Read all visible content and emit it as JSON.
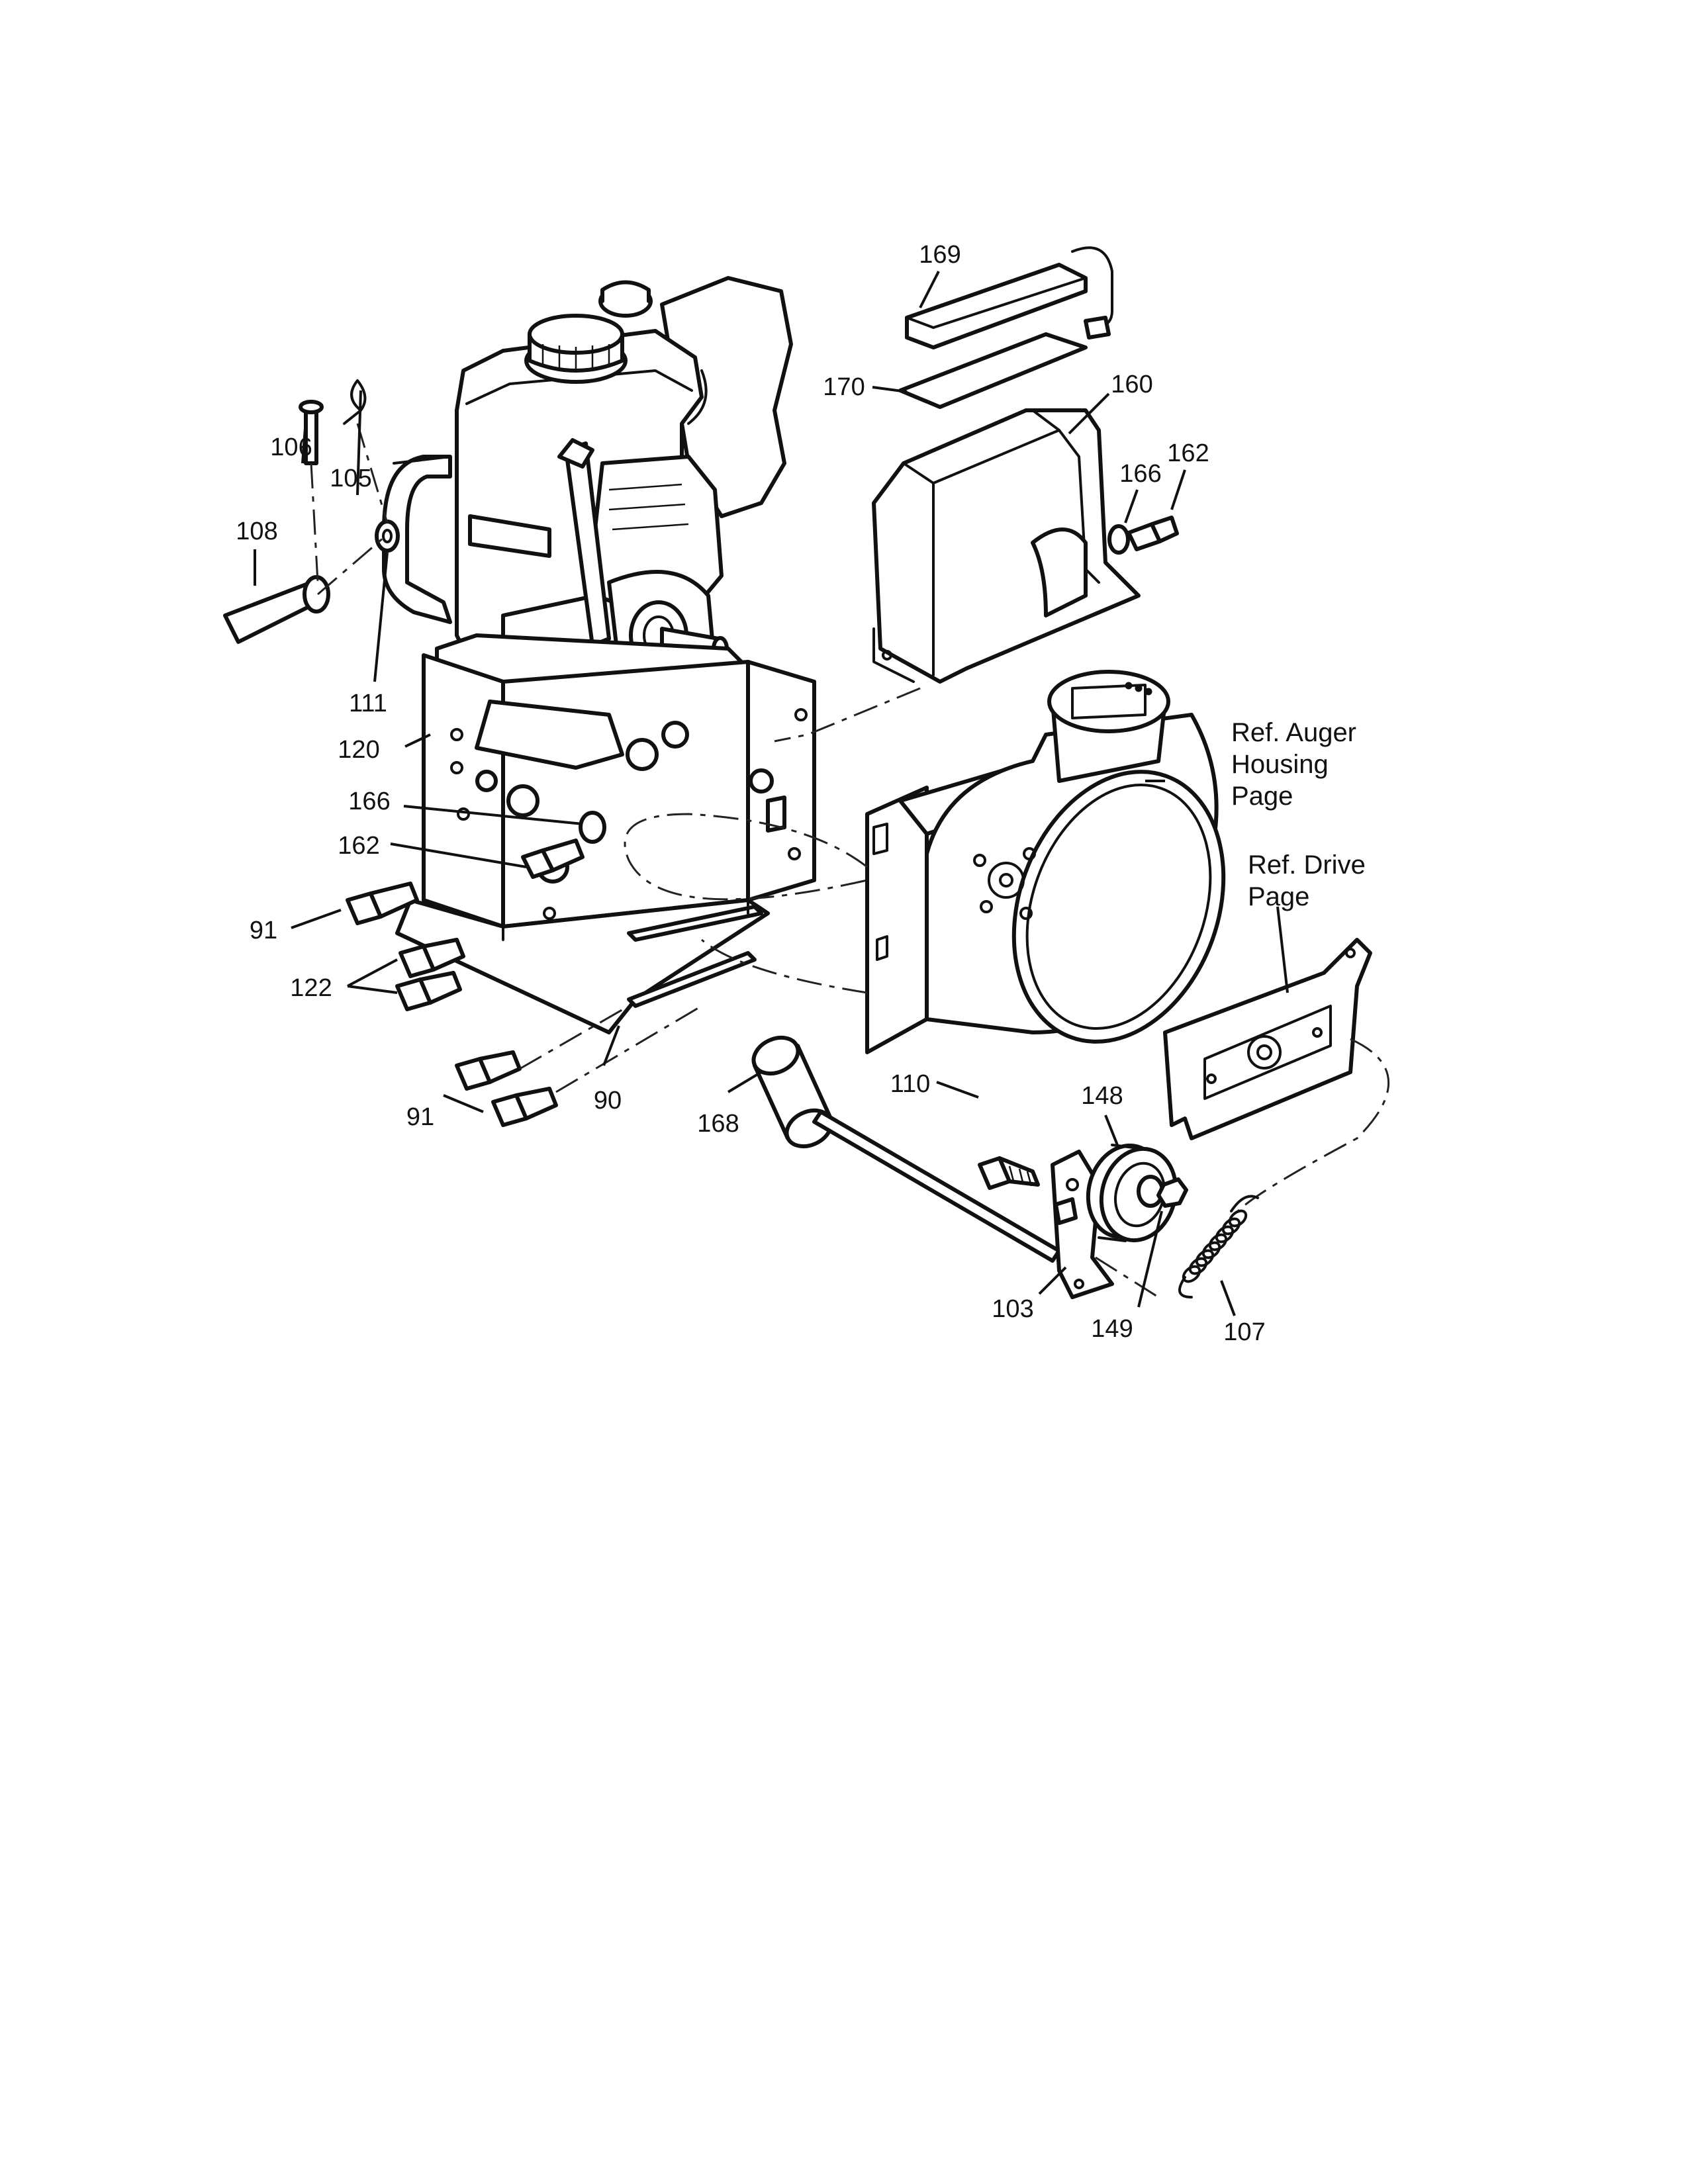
{
  "diagram": {
    "callouts": [
      {
        "id": "c169",
        "label": "169"
      },
      {
        "id": "c170",
        "label": "170"
      },
      {
        "id": "c160",
        "label": "160"
      },
      {
        "id": "c166a",
        "label": "166"
      },
      {
        "id": "c162a",
        "label": "162"
      },
      {
        "id": "c106",
        "label": "106"
      },
      {
        "id": "c105",
        "label": "105"
      },
      {
        "id": "c108",
        "label": "108"
      },
      {
        "id": "c111",
        "label": "111"
      },
      {
        "id": "c120",
        "label": "120"
      },
      {
        "id": "c166b",
        "label": "166"
      },
      {
        "id": "c162b",
        "label": "162"
      },
      {
        "id": "c91a",
        "label": "91"
      },
      {
        "id": "c122",
        "label": "122"
      },
      {
        "id": "c91b",
        "label": "91"
      },
      {
        "id": "c90",
        "label": "90"
      },
      {
        "id": "c168",
        "label": "168"
      },
      {
        "id": "c110",
        "label": "110"
      },
      {
        "id": "c148",
        "label": "148"
      },
      {
        "id": "c103",
        "label": "103"
      },
      {
        "id": "c149",
        "label": "149"
      },
      {
        "id": "c107",
        "label": "107"
      }
    ],
    "references": [
      {
        "id": "ref-auger",
        "lines": [
          "Ref. Auger",
          "Housing",
          "Page"
        ]
      },
      {
        "id": "ref-drive",
        "lines": [
          "Ref. Drive",
          "Page"
        ]
      }
    ]
  }
}
